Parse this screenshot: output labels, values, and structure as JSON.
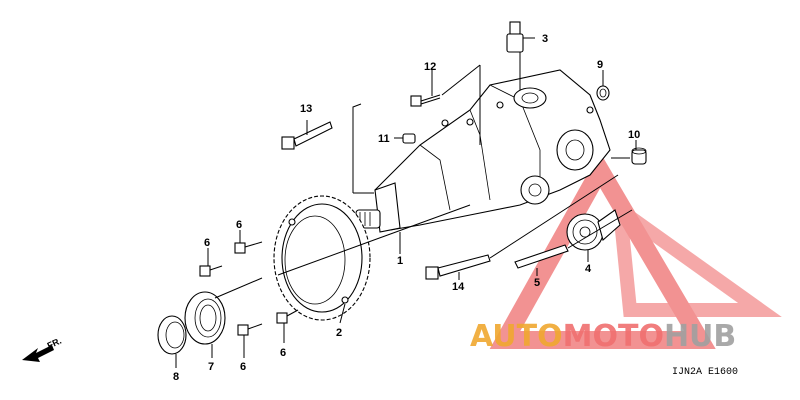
{
  "diagram_code": "IJN2A  E1600",
  "direction_label": "FR.",
  "watermark": {
    "text_prefix": "AUTO",
    "text_mid": "MOTO",
    "text_suffix": "HUB",
    "color_auto": "#f0a830",
    "color_moto": "#f07070",
    "color_hub": "#a0a0a0",
    "logo_color": "#f08080"
  },
  "callouts": {
    "c1": "1",
    "c2": "2",
    "c3": "3",
    "c4": "4",
    "c5": "5",
    "c6a": "6",
    "c6b": "6",
    "c6c": "6",
    "c6d": "6",
    "c7": "7",
    "c8": "8",
    "c9": "9",
    "c10": "10",
    "c11": "11",
    "c12": "12",
    "c13": "13",
    "c14": "14"
  }
}
